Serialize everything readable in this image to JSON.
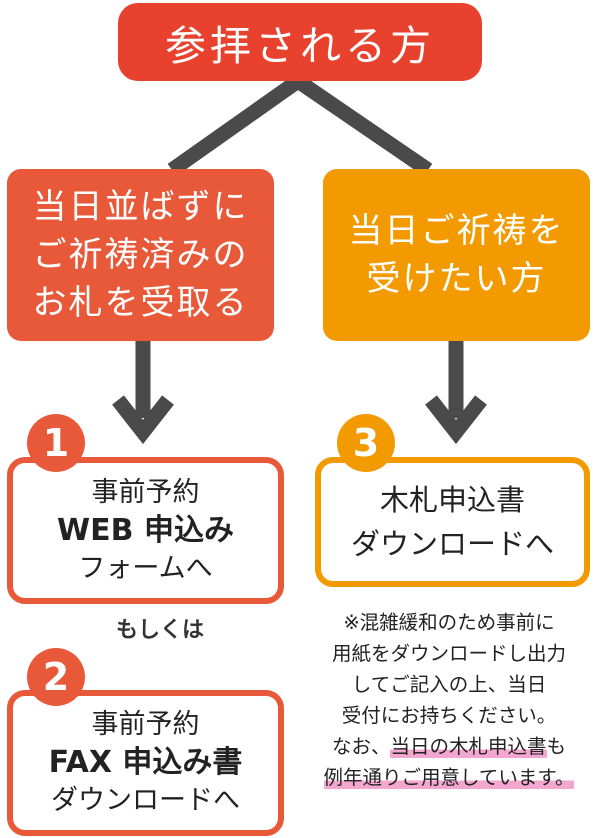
{
  "top": {
    "title": "参拝される方"
  },
  "branches": {
    "left": {
      "lines": [
        "当日並ばずに",
        "ご祈祷済みの",
        "お札を受取る"
      ]
    },
    "right": {
      "lines": [
        "当日ご祈祷を",
        "受けたい方"
      ]
    }
  },
  "options": {
    "one": {
      "number": "1",
      "line1": "事前予約",
      "line2": "WEB 申込み",
      "line3": "フォームへ"
    },
    "or_text": "もしくは",
    "two": {
      "number": "2",
      "line1": "事前予約",
      "line2": "FAX 申込み書",
      "line3": "ダウンロードへ"
    },
    "three": {
      "number": "3",
      "line1": "木札申込書",
      "line2": "ダウンロードへ"
    }
  },
  "note": {
    "l1": "※混雑緩和のため事前に",
    "l2": "用紙をダウンロードし出力",
    "l3": "してご記入の上、当日",
    "l4": "受付にお持ちください。",
    "l5_pre": "なお、",
    "l5_hl": "当日の木札申込書",
    "l5_post": "も",
    "l6_hl": "例年通りご用意しています。"
  },
  "colors": {
    "red": "#e8412e",
    "red_orange": "#e8593a",
    "orange": "#f29a00",
    "connector": "#4a4a4a",
    "highlight": "#f3a6cf"
  }
}
